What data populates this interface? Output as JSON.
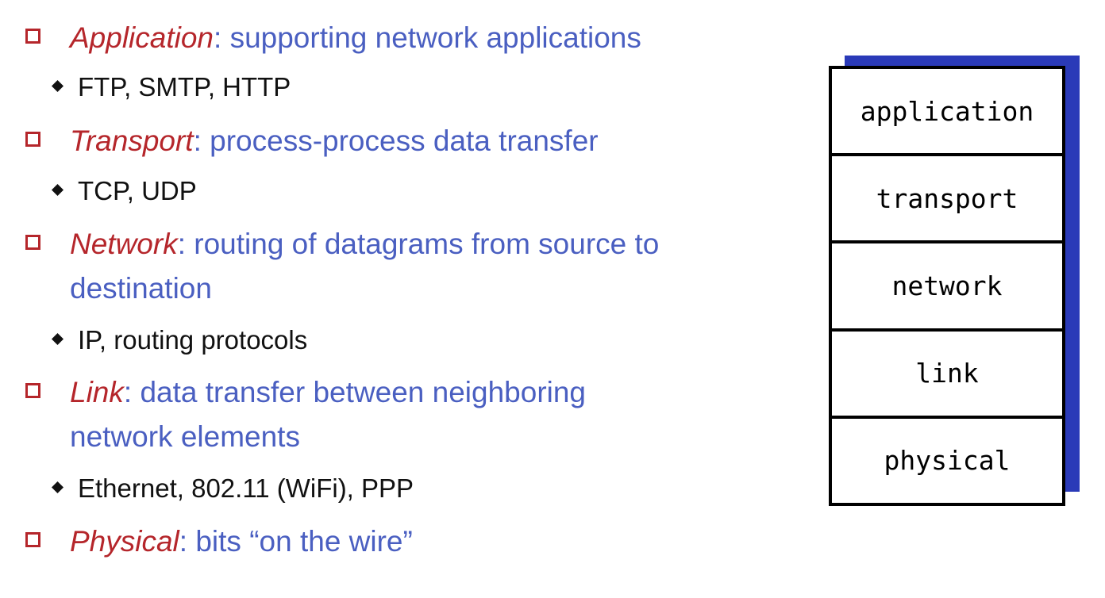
{
  "layers": [
    {
      "term": "Application",
      "description": "supporting network applications",
      "examples": "FTP, SMTP, HTTP"
    },
    {
      "term": "Transport",
      "description": "process-process data transfer",
      "examples": "TCP, UDP"
    },
    {
      "term": "Network",
      "description": "routing of datagrams from source to",
      "description_cont": "destination",
      "examples": "IP, routing protocols"
    },
    {
      "term": "Link",
      "description": "data transfer between neighboring",
      "description_cont": "network elements",
      "examples": "Ethernet, 802.11 (WiFi), PPP"
    },
    {
      "term": "Physical",
      "description": "bits “on the wire”"
    }
  ],
  "stack": [
    "application",
    "transport",
    "network",
    "link",
    "physical"
  ],
  "colors": {
    "term": "#b5262b",
    "description": "#4a5fc1",
    "stack_shadow": "#2a3ab8"
  }
}
